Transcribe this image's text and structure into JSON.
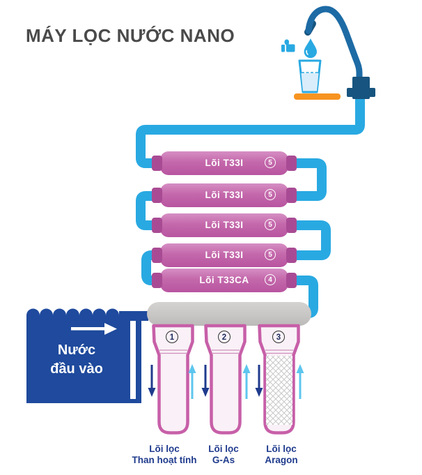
{
  "title": "MÁY LỌC NƯỚC NANO",
  "cartridges": [
    {
      "label": "Lõi T33I",
      "number": "5"
    },
    {
      "label": "Lõi T33I",
      "number": "5"
    },
    {
      "label": "Lõi T33I",
      "number": "5"
    },
    {
      "label": "Lõi T33I",
      "number": "5"
    },
    {
      "label": "Lõi T33CA",
      "number": "4"
    }
  ],
  "filters": [
    {
      "number": "1",
      "label_line1": "Lõi lọc",
      "label_line2": "Than hoạt tính"
    },
    {
      "number": "2",
      "label_line1": "Lõi lọc",
      "label_line2": "G-As"
    },
    {
      "number": "3",
      "label_line1": "Lõi lọc",
      "label_line2": "Aragon"
    }
  ],
  "tank": {
    "line1": "Nước",
    "line2": "đầu vào"
  },
  "icons": {
    "faucet": "faucet-icon",
    "thumbs_up": "thumbs-up-icon",
    "water_drop": "water-drop-icon",
    "glass": "water-glass-icon",
    "flow_right": "right-arrow-icon",
    "flow_down": "down-arrow-icon",
    "flow_up": "up-arrow-icon"
  },
  "colors": {
    "pipe": "#29a9e2",
    "faucet": "#1d6ba5",
    "faucet_dark": "#17547f",
    "tank": "#1f4a9d",
    "label": "#1f3b8d",
    "cartridge": "#c468ab",
    "cartridge_cap": "#a94b94",
    "filter_outline": "#c75fa8",
    "filter_fill": "#f9f1f7",
    "manifold": "#c6c5c3",
    "tray_orange": "#f79420",
    "arrow_up": "#5ec6ee",
    "title": "#4a4a4a"
  }
}
